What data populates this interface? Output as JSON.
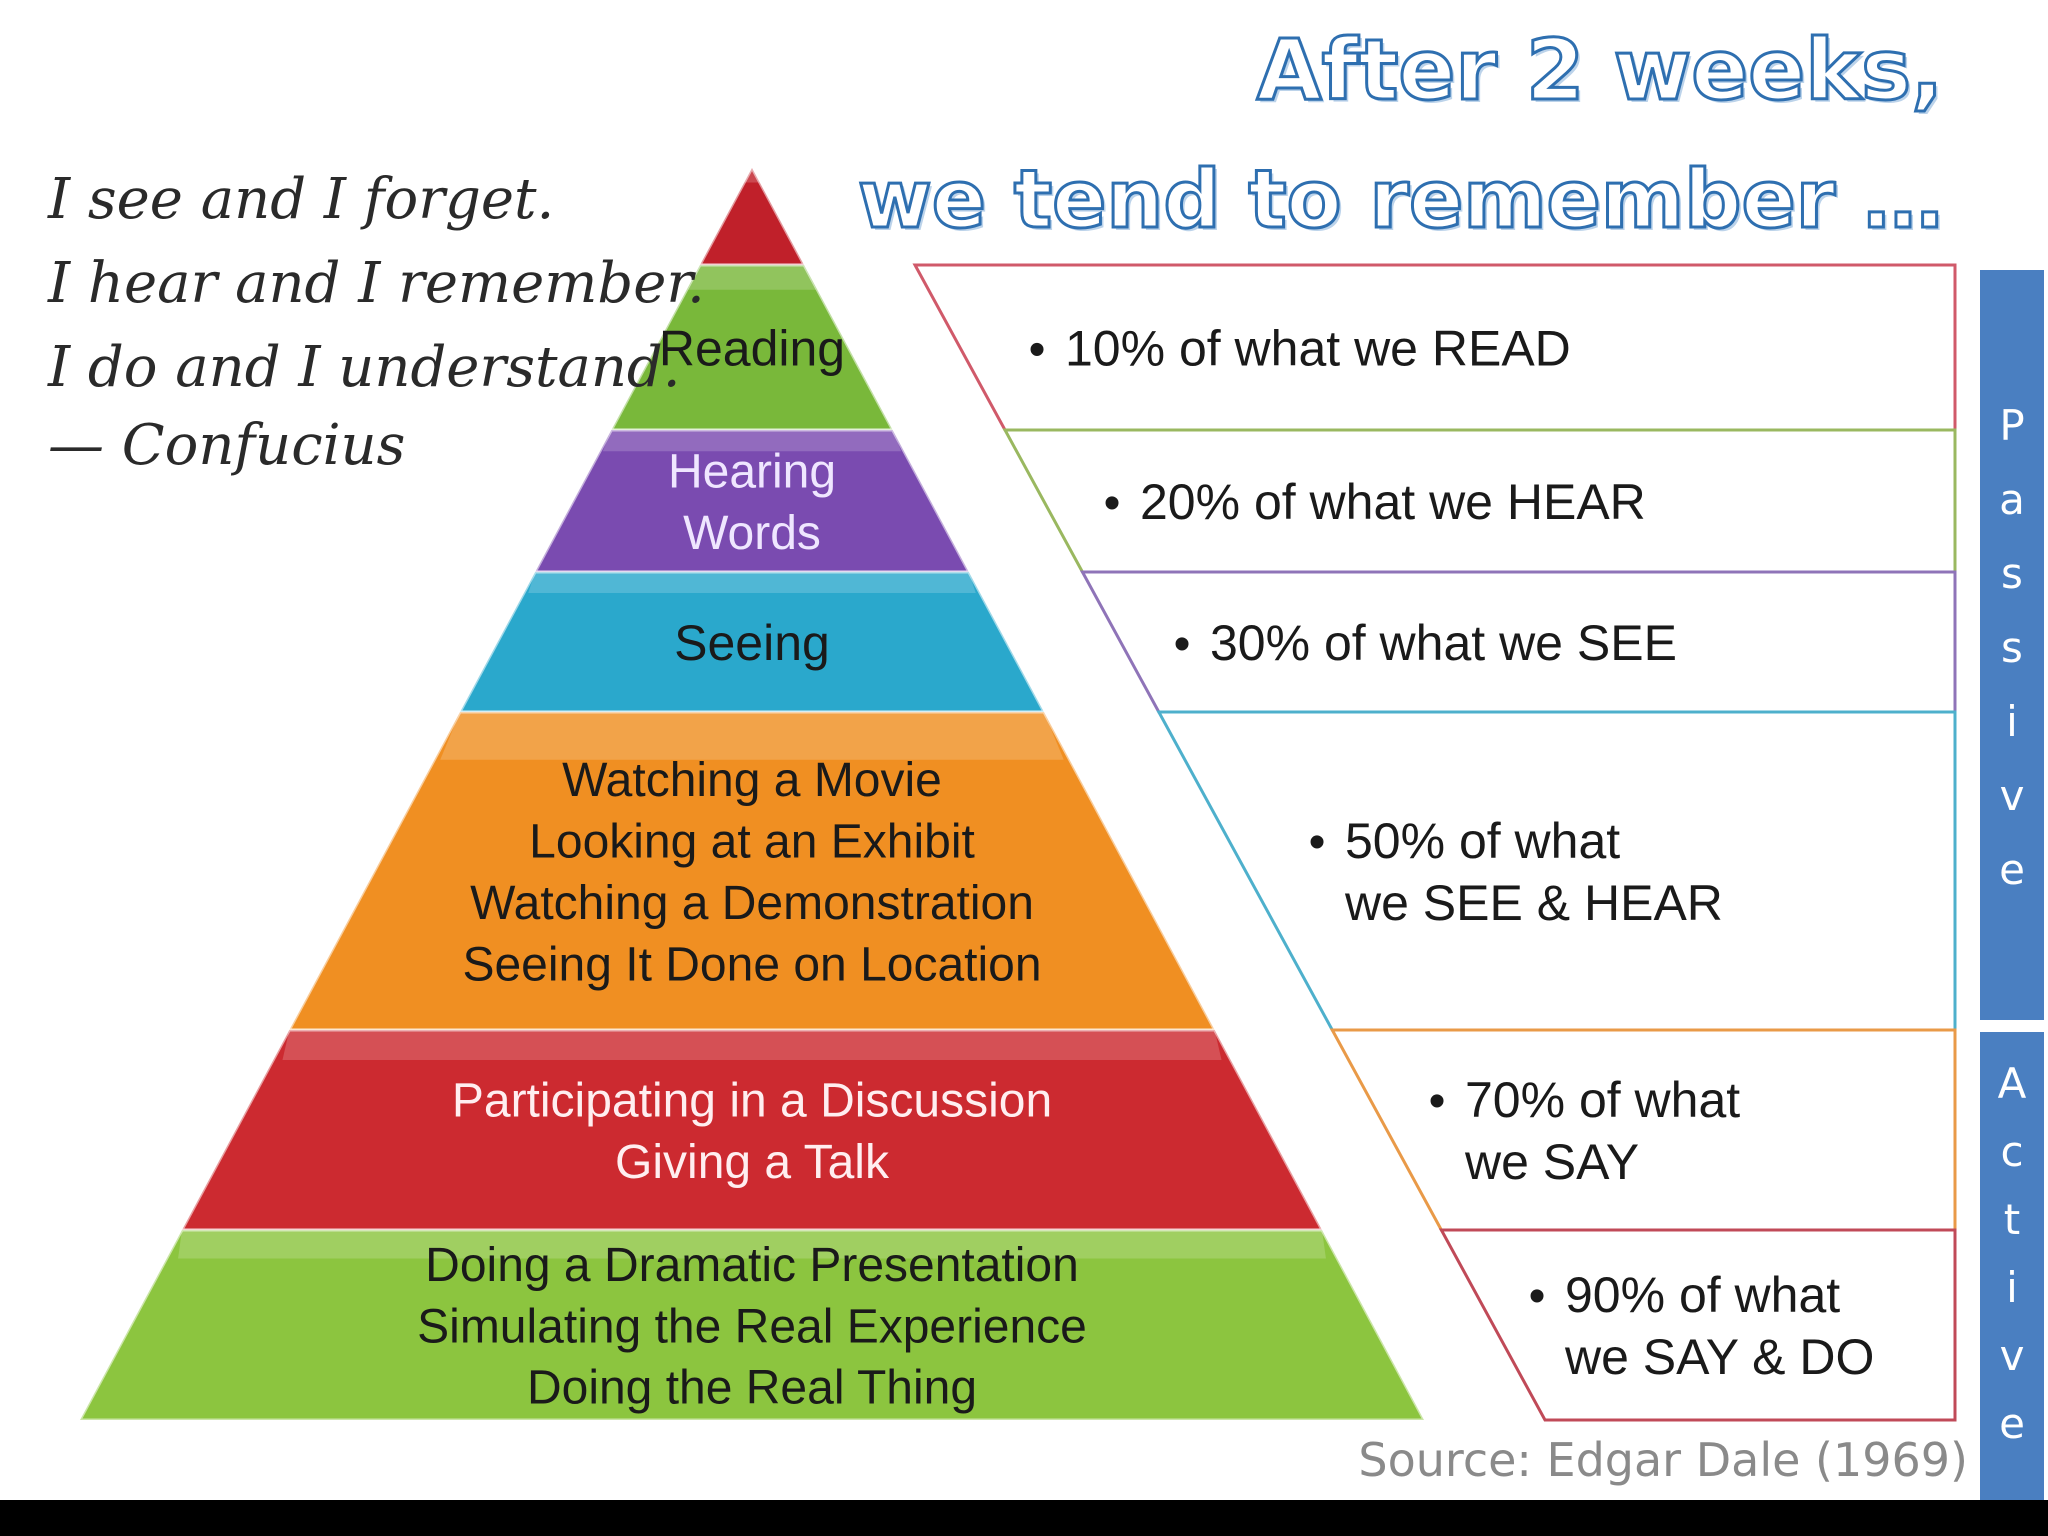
{
  "quote": {
    "lines": [
      "I see and I forget.",
      "I hear and I remember.",
      "I do and I understand.",
      "— Confucius"
    ]
  },
  "headline": {
    "line1": "After 2 weeks,",
    "line2": "we tend to remember …"
  },
  "pyramid_levels": [
    {
      "lines": [],
      "color": "#c0202a"
    },
    {
      "lines": [
        "Reading"
      ],
      "color": "#79b83a"
    },
    {
      "lines": [
        "Hearing",
        "Words"
      ],
      "color": "#7a4bb0"
    },
    {
      "lines": [
        "Seeing"
      ],
      "color": "#2aa8cc"
    },
    {
      "lines": [
        "Watching a Movie",
        "Looking at an Exhibit",
        "Watching a Demonstration",
        "Seeing It Done on Location"
      ],
      "color": "#f08f22"
    },
    {
      "lines": [
        "Participating in a Discussion",
        "Giving a Talk"
      ],
      "color": "#cc2a30"
    },
    {
      "lines": [
        "Doing a Dramatic Presentation",
        "Simulating the Real Experience",
        "Doing the Real Thing"
      ],
      "color": "#8cc53f"
    }
  ],
  "retention": [
    {
      "percent": 10,
      "lines": [
        "10% of what we READ"
      ],
      "border": "#d05a6a"
    },
    {
      "percent": 20,
      "lines": [
        "20% of what we HEAR"
      ],
      "border": "#9ab860"
    },
    {
      "percent": 30,
      "lines": [
        "30% of what we SEE"
      ],
      "border": "#8f74b8"
    },
    {
      "percent": 50,
      "lines": [
        "50% of what",
        "we SEE & HEAR"
      ],
      "border": "#4eb0cc"
    },
    {
      "percent": 70,
      "lines": [
        "70% of what",
        "we SAY"
      ],
      "border": "#e99a48"
    },
    {
      "percent": 90,
      "lines": [
        "90% of what",
        "we SAY & DO"
      ],
      "border": "#c04a58"
    }
  ],
  "sidebar": {
    "passive": "Passive",
    "active": "Active",
    "color": "#4a7fc1"
  },
  "source": "Source: Edgar Dale (1969)"
}
